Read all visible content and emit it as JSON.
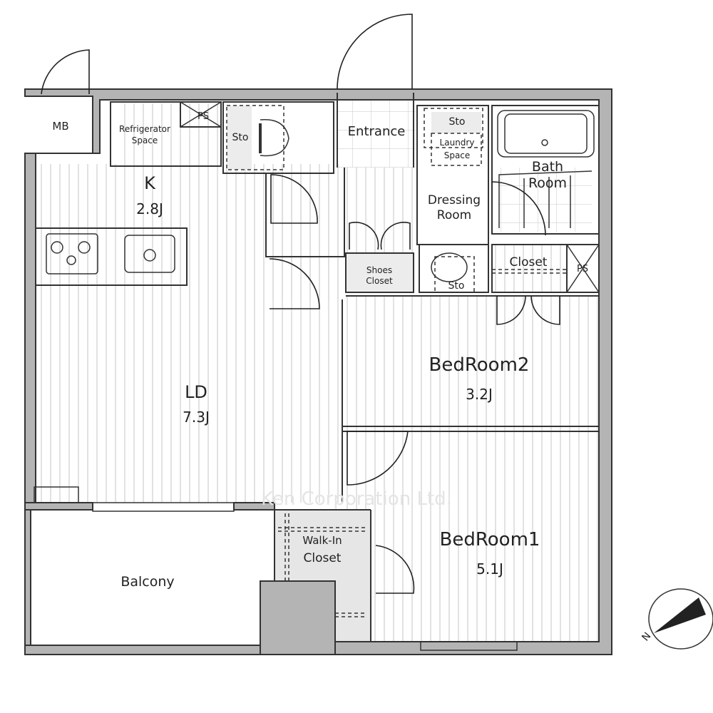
{
  "rooms": {
    "mb": "MB",
    "refrigerator": [
      "Refrigerator",
      "Space"
    ],
    "ps_top": "PS",
    "sto_toilet": "Sto",
    "entrance": "Entrance",
    "sto_laundry": "Sto",
    "laundry": [
      "Laundry",
      "Space"
    ],
    "bath": [
      "Bath",
      "Room"
    ],
    "dressing": [
      "Dressing",
      "Room"
    ],
    "kitchen": {
      "name": "K",
      "size": "2.8J"
    },
    "shoes_closet": [
      "Shoes",
      "Closet"
    ],
    "sto_sink": "Sto",
    "closet": "Closet",
    "ps_right": "PS",
    "bedroom2": {
      "name": "BedRoom2",
      "size": "3.2J"
    },
    "ld": {
      "name": "LD",
      "size": "7.3J"
    },
    "walk_in": [
      "Walk-In",
      "Closet"
    ],
    "bedroom1": {
      "name": "BedRoom1",
      "size": "5.1J"
    },
    "balcony": "Balcony"
  },
  "watermark": "Ken Corporation Ltd.",
  "compass_label": "N",
  "colors": {
    "wall": "#b4b4b4",
    "line": "#333333",
    "floor_stripe": "#cfcfcf"
  }
}
